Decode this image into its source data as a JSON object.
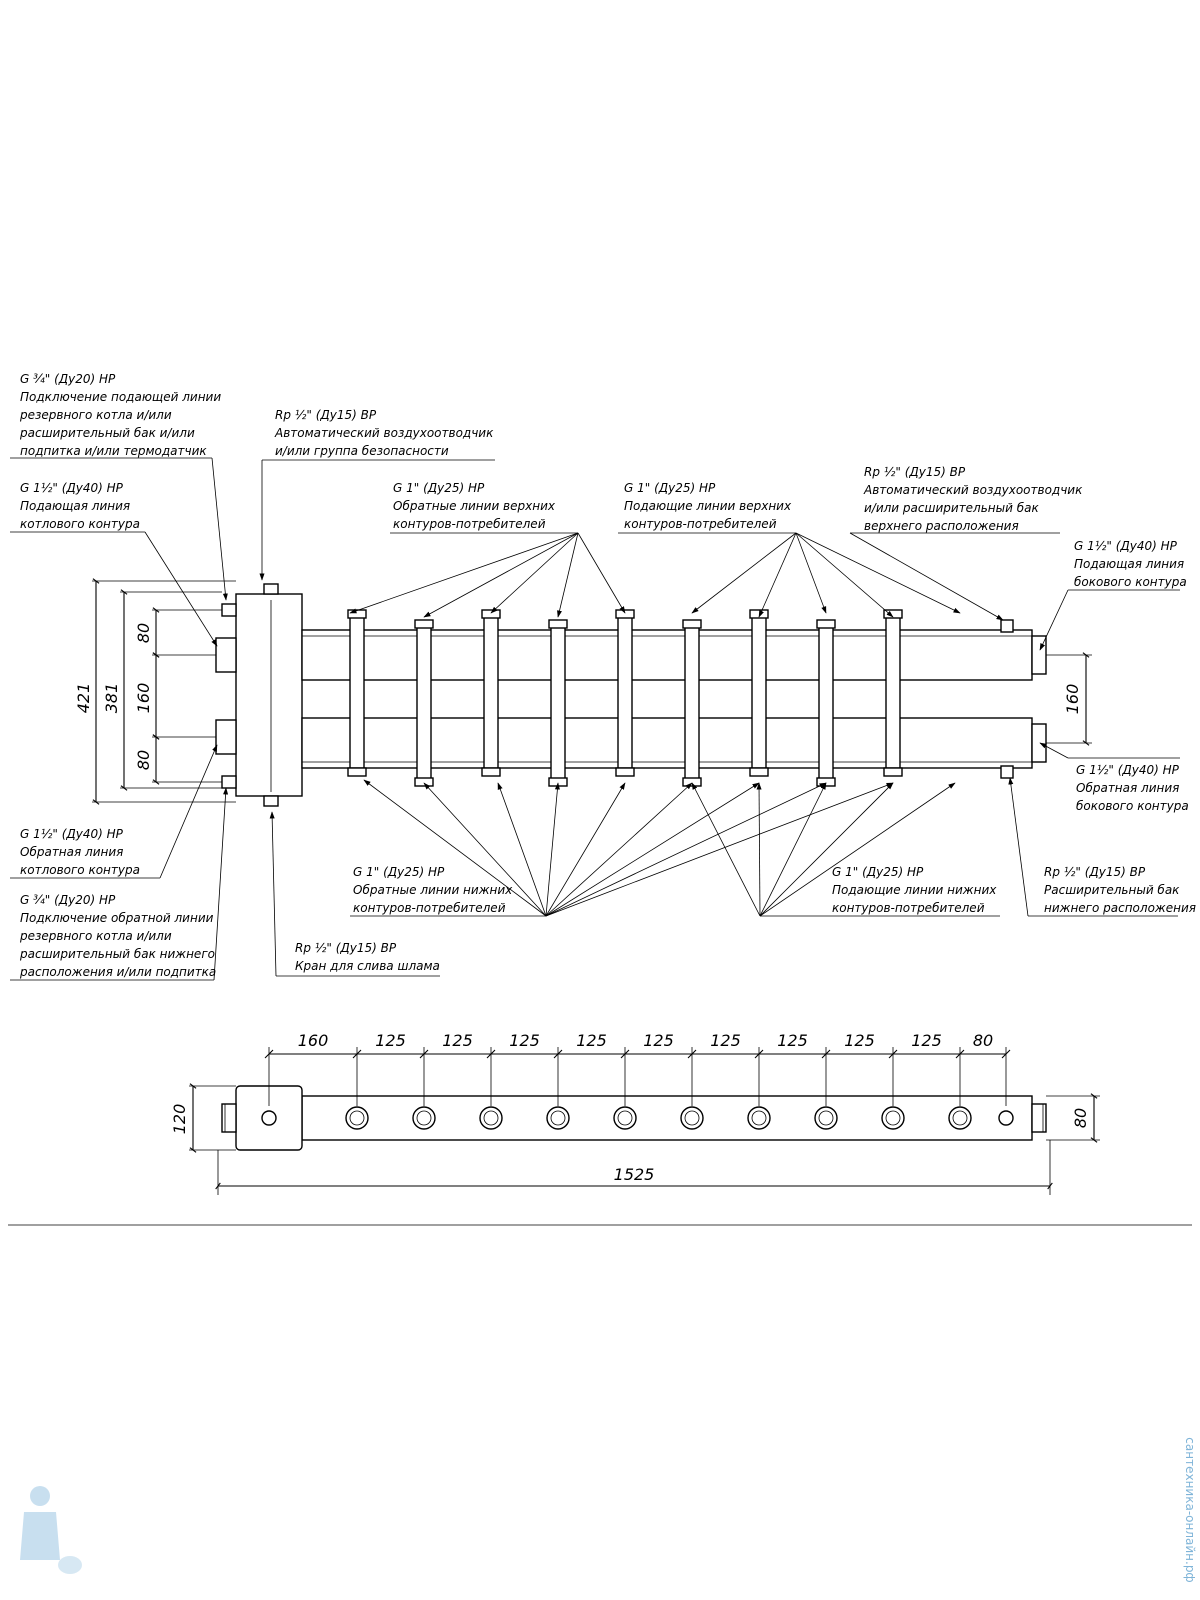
{
  "callouts": {
    "top_left_1": {
      "spec": "G ¾\" (Ду20) НР",
      "lines": [
        "Подключение подающей линии",
        "резервного котла и/или",
        "расширительный бак и/или",
        "подпитка и/или термодатчик"
      ]
    },
    "top_left_2": {
      "spec": "G 1½\" (Ду40) НР",
      "lines": [
        "Подающая линия",
        "котлового контура"
      ]
    },
    "top_air_vent": {
      "spec": "Rp ½\" (Ду15) ВР",
      "lines": [
        "Автоматический воздухоотводчик",
        "и/или группа безопасности"
      ]
    },
    "upper_return": {
      "spec": "G 1\" (Ду25) НР",
      "lines": [
        "Обратные линии верхних",
        "контуров-потребителей"
      ]
    },
    "upper_supply": {
      "spec": "G 1\" (Ду25) НР",
      "lines": [
        "Подающие линии верхних",
        "контуров-потребителей"
      ]
    },
    "top_right_vent": {
      "spec": "Rp ½\" (Ду15) ВР",
      "lines": [
        "Автоматический воздухоотводчик",
        "и/или расширительный бак",
        "верхнего расположения"
      ]
    },
    "right_supply": {
      "spec": "G 1½\" (Ду40) НР",
      "lines": [
        "Подающая линия",
        "бокового контура"
      ]
    },
    "right_return": {
      "spec": "G 1½\" (Ду40) НР",
      "lines": [
        "Обратная линия",
        "бокового контура"
      ]
    },
    "bottom_right_tank": {
      "spec": "Rp ½\" (Ду15) ВР",
      "lines": [
        "Расширительный бак",
        "нижнего расположения"
      ]
    },
    "lower_return": {
      "spec": "G 1\" (Ду25) НР",
      "lines": [
        "Обратные линии нижних",
        "контуров-потребителей"
      ]
    },
    "lower_supply": {
      "spec": "G 1\" (Ду25) НР",
      "lines": [
        "Подающие линии нижних",
        "контуров-потребителей"
      ]
    },
    "bottom_left_1": {
      "spec": "G 1½\" (Ду40) НР",
      "lines": [
        "Обратная линия",
        "котлового контура"
      ]
    },
    "bottom_left_2": {
      "spec": "G ¾\" (Ду20) НР",
      "lines": [
        "Подключение обратной линии",
        "резервного котла и/или",
        "расширительный бак нижнего",
        "расположения и/или подпитка"
      ]
    },
    "bottom_drain": {
      "spec": "Rp ½\" (Ду15) ВР",
      "lines": [
        "Кран для слива шлама"
      ]
    }
  },
  "front_dimensions": {
    "overall_height": "421",
    "inner_height": "381",
    "top_spacing": "80",
    "pipe_spacing": "160",
    "bottom_spacing": "80",
    "right_spacing": "160"
  },
  "plan_dimensions": {
    "spacings": [
      "160",
      "125",
      "125",
      "125",
      "125",
      "125",
      "125",
      "125",
      "125",
      "125",
      "80"
    ],
    "total_length": "1525",
    "left_height": "120",
    "right_height": "80"
  },
  "watermark": {
    "text": "сантехника-онлайн.рф",
    "icon": "plumber-mascot-icon"
  }
}
